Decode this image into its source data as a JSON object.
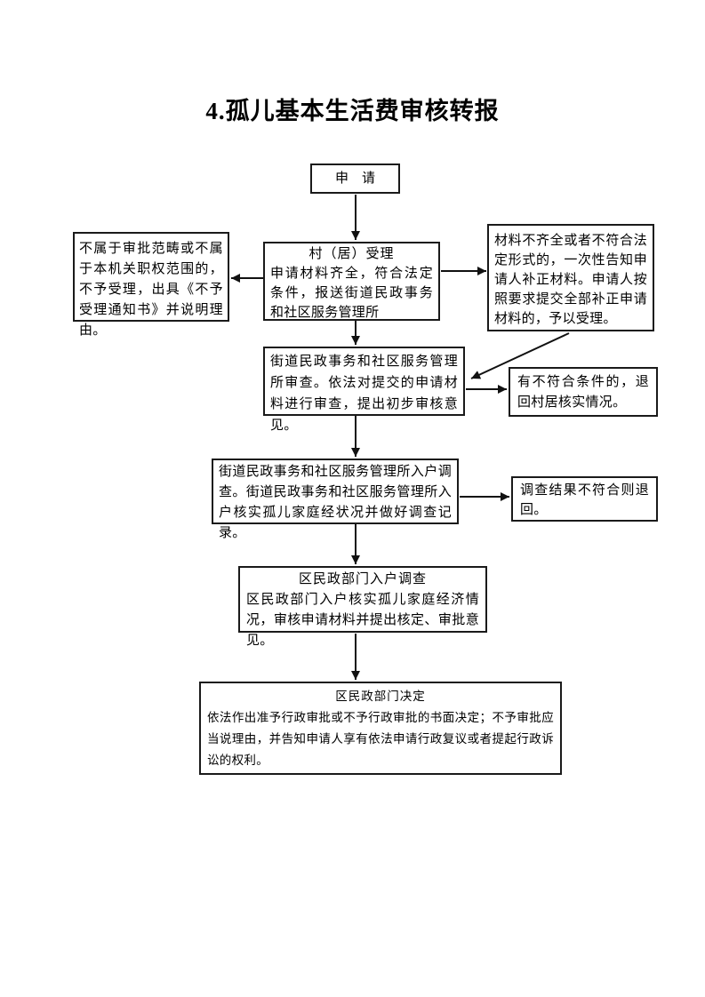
{
  "page_title": "4.孤儿基本生活费审核转报",
  "colors": {
    "ink": "#000000",
    "paper": "#ffffff",
    "line": "#111111"
  },
  "flow": {
    "apply": {
      "label": "申　请"
    },
    "village_accept": {
      "title": "村（居）受理",
      "body": "申请材料齐全，符合法定条件，报送街道民政事务和社区服务管理所"
    },
    "not_accept": {
      "body": "不属于审批范畴或不属于本机关职权范围的，不予受理，出具《不予受理通知书》并说明理由。"
    },
    "supplement": {
      "body": "材料不齐全或者不符合法定形式的，一次性告知申请人补正材料。申请人按照要求提交全部补正申请材料的，予以受理。"
    },
    "street_review": {
      "body": "街道民政事务和社区服务管理所审查。依法对提交的申请材料进行审查，提出初步审核意见。"
    },
    "return_to_village": {
      "body": "有不符合条件的，退回村居核实情况。"
    },
    "street_home_visit": {
      "body": "街道民政事务和社区服务管理所入户调查。街道民政事务和社区服务管理所入户核实孤儿家庭经状况并做好调查记录。"
    },
    "return_if_fail": {
      "body": "调查结果不符合则退回。"
    },
    "district_home_visit": {
      "title": "区民政部门入户调查",
      "body": "区民政部门入户核实孤儿家庭经济情况，审核申请材料并提出核定、审批意见。"
    },
    "district_decision": {
      "title": "区民政部门决定",
      "body": "依法作出准予行政审批或不予行政审批的书面决定；不予审批应当说理由，并告知申请人享有依法申请行政复议或者提起行政诉讼的权利。"
    }
  }
}
